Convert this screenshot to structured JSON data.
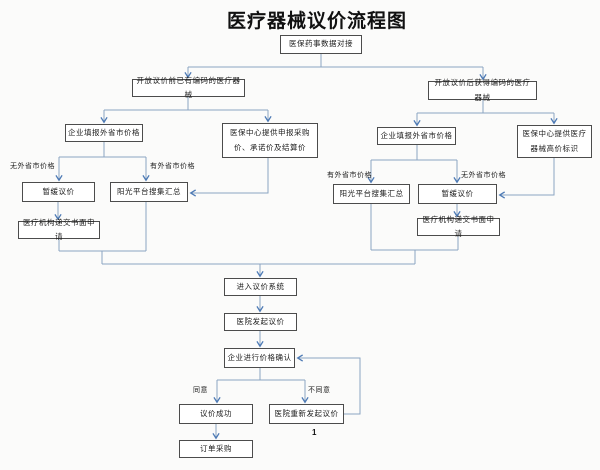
{
  "title": "医疗器械议价流程图",
  "page_number": "1",
  "colors": {
    "connector_line": "#8ba5c2",
    "arrow_head": "#4d7ab5",
    "box_border": "#4c4c4c",
    "background": "#fbfbfa"
  },
  "nodes": {
    "start": "医保药事数据对接",
    "left_branch": "开放议价前已有编码的医疗器械",
    "right_branch": "开放议价后获得编码的医疗器械",
    "left_fill_price": "企业填报外省市价格",
    "left_center_provide": "医保中心提供申报采购价、承诺价及结算价",
    "right_fill_price": "企业填报外省市价格",
    "right_center_provide": "医保中心提供医疗器械高价标识",
    "left_postpone": "暂缓议价",
    "left_platform": "阳光平台搜集汇总",
    "left_apply": "医疗机构递交书面申请",
    "right_platform": "阳光平台搜集汇总",
    "right_postpone": "暂缓议价",
    "right_apply": "医疗机构递交书面申请",
    "enter_system": "进入议价系统",
    "hospital_initiate": "医院发起议价",
    "company_confirm": "企业进行价格确认",
    "negotiate_success": "议价成功",
    "re_initiate": "医院重新发起议价",
    "order_purchase": "订单采购"
  },
  "labels": {
    "left_no_price": "无外省市价格",
    "left_has_price": "有外省市价格",
    "right_has_price": "有外省市价格",
    "right_no_price": "无外省市价格",
    "agree": "同意",
    "disagree": "不同意"
  }
}
